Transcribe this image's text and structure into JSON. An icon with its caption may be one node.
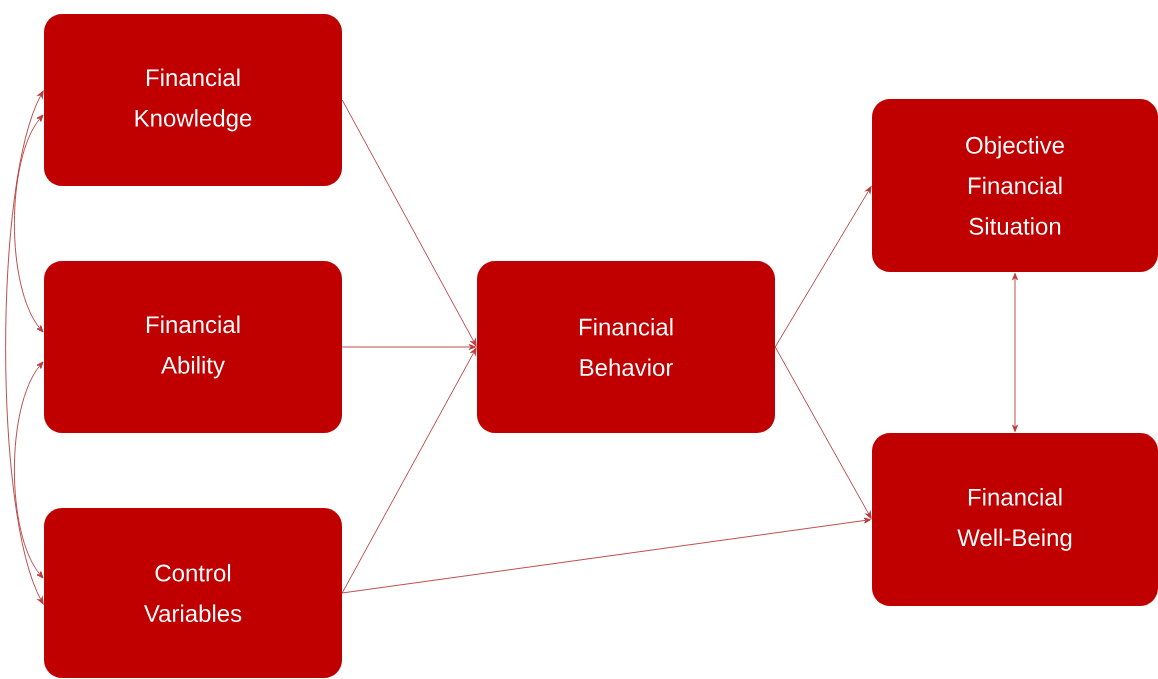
{
  "diagram": {
    "nodes": [
      {
        "text": [
          "Financial Knowledge"
        ]
      },
      {
        "text": [
          "Financial Ability"
        ]
      },
      {
        "text": [
          "Control Variables"
        ]
      },
      {
        "text": [
          "Financial Behavior"
        ]
      },
      {
        "text": [
          "Objective Financial Situation"
        ]
      },
      {
        "text": [
          "Financial Well-Being"
        ]
      }
    ],
    "edges": [
      {
        "from": 0,
        "to": 3,
        "arrow": "to"
      },
      {
        "from": 1,
        "to": 3,
        "arrow": "to"
      },
      {
        "from": 2,
        "to": 3,
        "arrow": "to"
      },
      {
        "from": 3,
        "to": 4,
        "arrow": "to"
      },
      {
        "from": 3,
        "to": 5,
        "arrow": "to"
      },
      {
        "from": 2,
        "to": 5,
        "arrow": "to"
      },
      {
        "from": 4,
        "to": 5,
        "arrow": "both"
      },
      {
        "from": 0,
        "to": 1,
        "arrow": "both"
      },
      {
        "from": 1,
        "to": 2,
        "arrow": "both"
      },
      {
        "from": 0,
        "to": 2,
        "arrow": "both"
      }
    ]
  }
}
